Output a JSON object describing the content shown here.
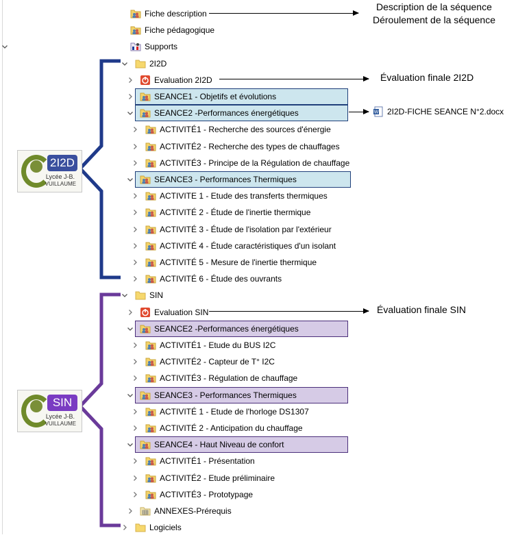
{
  "tree": [
    {
      "label": "Fiche description",
      "icon": "folder-contacts-icon",
      "chevron": "none",
      "level": 0
    },
    {
      "label": "Fiche pédagogique",
      "icon": "folder-contacts-icon",
      "chevron": "none",
      "level": 0
    },
    {
      "label": "Supports",
      "icon": "supports-folder-icon",
      "chevron": "down",
      "level": 0
    },
    {
      "label": "2I2D",
      "icon": "folder-icon",
      "chevron": "down",
      "level": 1
    },
    {
      "label": "Evaluation 2I2D",
      "icon": "power-folder-icon",
      "chevron": "right",
      "level": 2
    },
    {
      "label": "SEANCE1 - Objetifs et évolutions",
      "icon": "folder-contacts-icon",
      "chevron": "right",
      "level": 2,
      "highlight": "blue"
    },
    {
      "label": "SEANCE2 -Performances énergétiques",
      "icon": "folder-contacts-icon",
      "chevron": "down",
      "level": 2,
      "highlight": "blue"
    },
    {
      "label": "ACTIVITÉ1 - Recherche des sources d'énergie",
      "icon": "folder-contacts-icon",
      "chevron": "right",
      "level": 3
    },
    {
      "label": "ACTIVITÉ2 - Recherche des types de chauffages",
      "icon": "folder-contacts-icon",
      "chevron": "right",
      "level": 3
    },
    {
      "label": "ACTIVITÉ3 - Principe de la Régulation de chauffage",
      "icon": "folder-contacts-icon",
      "chevron": "right",
      "level": 3
    },
    {
      "label": "SEANCE3 - Performances Thermiques",
      "icon": "folder-contacts-icon",
      "chevron": "down",
      "level": 2,
      "highlight": "blue"
    },
    {
      "label": "ACTIVITE 1 - Etude des transferts thermiques",
      "icon": "folder-contacts-icon",
      "chevron": "right",
      "level": 3
    },
    {
      "label": "ACTIVITÉ 2 - Étude de l'inertie thermique",
      "icon": "folder-contacts-icon",
      "chevron": "right",
      "level": 3
    },
    {
      "label": "ACTIVITÉ 3 - Étude de l'isolation par l'extérieur",
      "icon": "folder-contacts-icon",
      "chevron": "right",
      "level": 3
    },
    {
      "label": "ACTIVITÉ 4 - Étude caractéristiques d'un isolant",
      "icon": "folder-contacts-icon",
      "chevron": "right",
      "level": 3
    },
    {
      "label": "ACTIVITÉ 5 - Mesure de l'inertie thermique",
      "icon": "folder-contacts-icon",
      "chevron": "right",
      "level": 3
    },
    {
      "label": "ACTIVITÉ 6 - Étude des ouvrants",
      "icon": "folder-contacts-icon",
      "chevron": "right",
      "level": 3
    },
    {
      "label": "SIN",
      "icon": "folder-icon",
      "chevron": "down",
      "level": 1
    },
    {
      "label": "Evaluation SIN",
      "icon": "power-folder-icon",
      "chevron": "right",
      "level": 2
    },
    {
      "label": "SEANCE2 -Performances énergétiques",
      "icon": "folder-contacts-icon",
      "chevron": "down",
      "level": 2,
      "highlight": "purple"
    },
    {
      "label": "ACTIVITÉ1 - Etude du BUS I2C",
      "icon": "folder-contacts-icon",
      "chevron": "right",
      "level": 3
    },
    {
      "label": "ACTIVITÉ2 - Capteur de T° I2C",
      "icon": "folder-contacts-icon",
      "chevron": "right",
      "level": 3
    },
    {
      "label": "ACTIVITÉ3 - Régulation de chauffage",
      "icon": "folder-contacts-icon",
      "chevron": "right",
      "level": 3
    },
    {
      "label": "SEANCE3 - Performances Thermiques",
      "icon": "folder-contacts-icon",
      "chevron": "down",
      "level": 2,
      "highlight": "purple"
    },
    {
      "label": "ACTIVITÉ 1 - Etude de l'horloge DS1307",
      "icon": "folder-contacts-icon",
      "chevron": "right",
      "level": 3
    },
    {
      "label": "ACTIVITÉ 2 - Anticipation du chauffage",
      "icon": "folder-contacts-icon",
      "chevron": "right",
      "level": 3
    },
    {
      "label": "SEANCE4 - Haut Niveau de confort",
      "icon": "folder-contacts-icon",
      "chevron": "down",
      "level": 2,
      "highlight": "purple"
    },
    {
      "label": "ACTIVITÉ1 - Présentation",
      "icon": "folder-contacts-icon",
      "chevron": "right",
      "level": 3
    },
    {
      "label": "ACTIVITÉ2 - Etude préliminaire",
      "icon": "folder-contacts-icon",
      "chevron": "right",
      "level": 3
    },
    {
      "label": "ACTIVITÉ3 - Prototypage",
      "icon": "folder-contacts-icon",
      "chevron": "right",
      "level": 3
    },
    {
      "label": "ANNEXES-Prérequis",
      "icon": "grid-folder-icon",
      "chevron": "right",
      "level": 2
    },
    {
      "label": "Logiciels",
      "icon": "folder-icon",
      "chevron": "right",
      "level": 1
    }
  ],
  "annotations": {
    "description": "Description de la séquence",
    "deroulement": "Déroulement de la séquence",
    "eval_2i2d": "Évaluation finale 2I2D",
    "fiche_seance": "2I2D-FICHE SEANCE N°2.docx",
    "eval_sin": "Évaluation finale SIN"
  },
  "logos": {
    "l2i2d": {
      "badge": "2I2D",
      "line1": "Lycée J-B.",
      "line2": "VUILLAUME",
      "badge_color": "#3a4f9e"
    },
    "lsin": {
      "badge": "SIN",
      "line1": "Lycée J-B.",
      "line2": "VUILLAUME",
      "badge_color": "#7a3cc2"
    }
  },
  "colors": {
    "brace_2i2d": "#1f3a8a",
    "brace_sin": "#6a3a9a",
    "highlight_blue": "#cde6ee",
    "highlight_purple": "#d6cbe6"
  }
}
